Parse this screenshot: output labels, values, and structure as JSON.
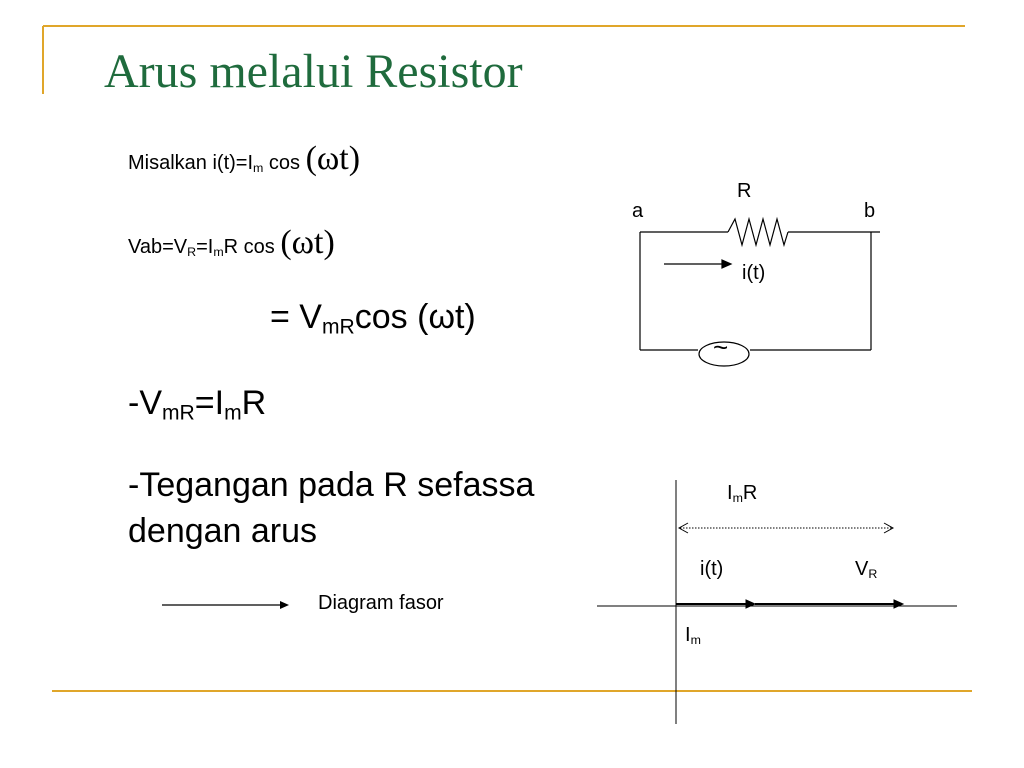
{
  "slide": {
    "title": "Arus melalui Resistor"
  },
  "equations": {
    "line1": {
      "prefix": "Misalkan i(t)=I",
      "sub": "m",
      "suffix": " cos ",
      "tail": "(ωt)"
    },
    "line2": {
      "prefix": "Vab=V",
      "sub1": "R",
      "mid": "=I",
      "sub2": "m",
      "suffix": "R cos ",
      "tail": "(ωt)"
    },
    "line3": {
      "prefix": "= V",
      "sub": "mR",
      "suffix": "cos (ωt)"
    },
    "line4": {
      "prefix": "-V",
      "sub1": "mR",
      "mid": "=I",
      "sub2": "m",
      "suffix": "R"
    },
    "line5": "-Tegangan pada R sefassa dengan arus"
  },
  "circuit": {
    "node_a": "a",
    "node_b": "b",
    "resistor_label": "R",
    "current_label": "i(t)",
    "source_symbol": "~"
  },
  "phasor": {
    "amplitude_label": {
      "prefix": "I",
      "sub": "m",
      "suffix": "R"
    },
    "current_label": "i(t)",
    "voltage_label": {
      "prefix": "V",
      "sub": "R"
    },
    "im_label": {
      "prefix": "I",
      "sub": "m"
    },
    "legend": "Diagram fasor"
  },
  "colors": {
    "title": "#1f6b3d",
    "accent_gold": "#e0a62a"
  }
}
